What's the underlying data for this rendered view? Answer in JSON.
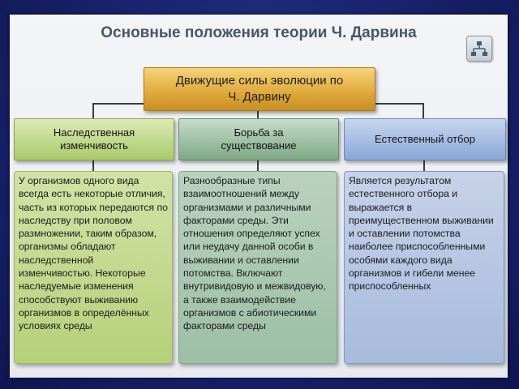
{
  "title": "Основные положения теории Ч. Дарвина",
  "center": {
    "line1": "Движущие силы эволюции по",
    "line2": "Ч. Дарвину"
  },
  "columns": [
    {
      "heading_line1": "Наследственная",
      "heading_line2": "изменчивость",
      "text": "У организмов одного вида всегда есть некоторые отличия, часть из которых передаются по наследству при половом размножении, таким образом, организмы обладают наследственной изменчивостью. Некоторые наследуемые изменения способствуют выживанию организмов в определённых условиях среды"
    },
    {
      "heading_line1": "Борьба за",
      "heading_line2": "существование",
      "text": "Разнообразные типы взаимоотношений между организмами и различными факторами среды. Эти отношения определяют успех или неудачу данной особи в выживании и оставлении потомства. Включают внутривидовую и межвидовую, а также взаимодействие организмов с абиотическими факторами среды"
    },
    {
      "heading_line1": "Естественный отбор",
      "heading_line2": "",
      "text": "Является результатом естественного отбора и выражается в преимущественном выживании и оставлении потомства наиболее приспособленными особями каждого вида организмов и гибели менее приспособленных"
    }
  ],
  "icons": {
    "nav": "hierarchy-icon"
  },
  "colors": {
    "center": "#e0a83a",
    "col1": "#a9c96a",
    "col2": "#7fa886",
    "col3": "#8aa6d6"
  }
}
